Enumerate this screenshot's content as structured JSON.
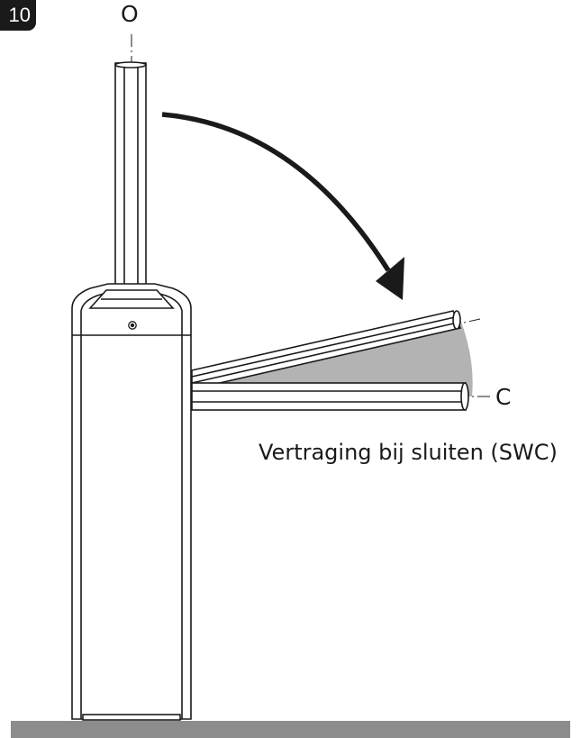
{
  "figure": {
    "number": "10",
    "open_label": "O",
    "closed_label": "C",
    "caption": "Vertraging bij sluiten (SWC)"
  },
  "colors": {
    "ink": "#1a1a1a",
    "shade": "#b3b3b3",
    "ground": "#8c8c8c",
    "tag": "#1a1a1a"
  },
  "icons": {
    "rotation": "curved-arrow-icon"
  }
}
